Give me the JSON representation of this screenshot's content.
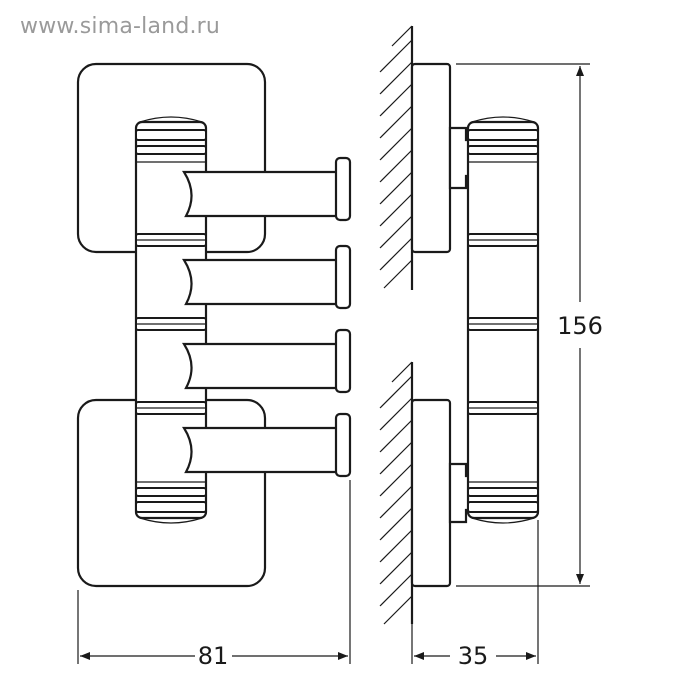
{
  "watermark": "www.sima-land.ru",
  "dimensions": {
    "width": "81",
    "depth": "35",
    "height": "156"
  }
}
